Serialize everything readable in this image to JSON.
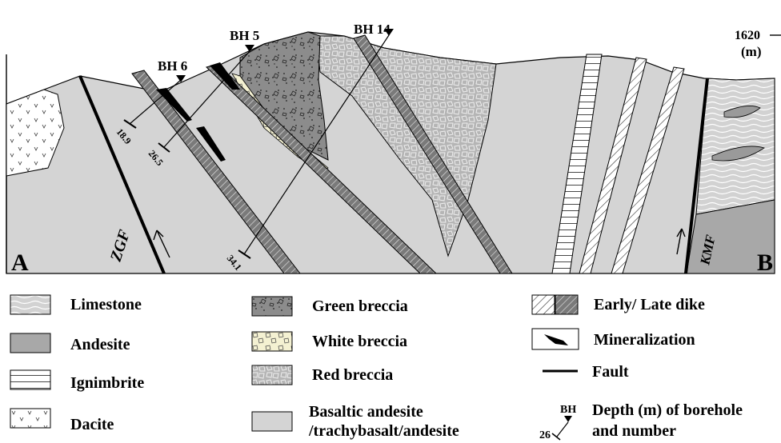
{
  "section": {
    "end_left": "A",
    "end_right": "B",
    "elevation_label": "1620",
    "elevation_unit": "(m)",
    "boreholes": [
      {
        "id": "BH 6",
        "depth": "18.9"
      },
      {
        "id": "BH 5",
        "depth": "26.5"
      },
      {
        "id": "BH 14",
        "depth": "34.1"
      }
    ],
    "faults": [
      {
        "name": "ZGF"
      },
      {
        "name": "KMF"
      }
    ]
  },
  "legend": {
    "limestone": "Limestone",
    "andesite": "Andesite",
    "ignimbrite": "Ignimbrite",
    "dacite": "Dacite",
    "green_breccia": "Green breccia",
    "white_breccia": "White breccia",
    "red_breccia": "Red breccia",
    "basaltic_line1": "Basaltic andesite",
    "basaltic_line2": "/trachybasalt/andesite",
    "dike": "Early/ Late dike",
    "mineralization": "Mineralization",
    "fault": "Fault",
    "depth_line1": "Depth (m) of borehole",
    "depth_line2": "and number",
    "depth_example_value": "26",
    "depth_example_code": "BH"
  },
  "colors": {
    "host_rock": "#d4d4d4",
    "andesite": "#a8a8a8",
    "limestone": "#cfcfcf",
    "red_breccia": "#b8b8b8",
    "green_breccia": "#8f8f8f",
    "white_breccia": "#f2efcf",
    "dacite": "#ffffff",
    "mineralization": "#000000"
  }
}
